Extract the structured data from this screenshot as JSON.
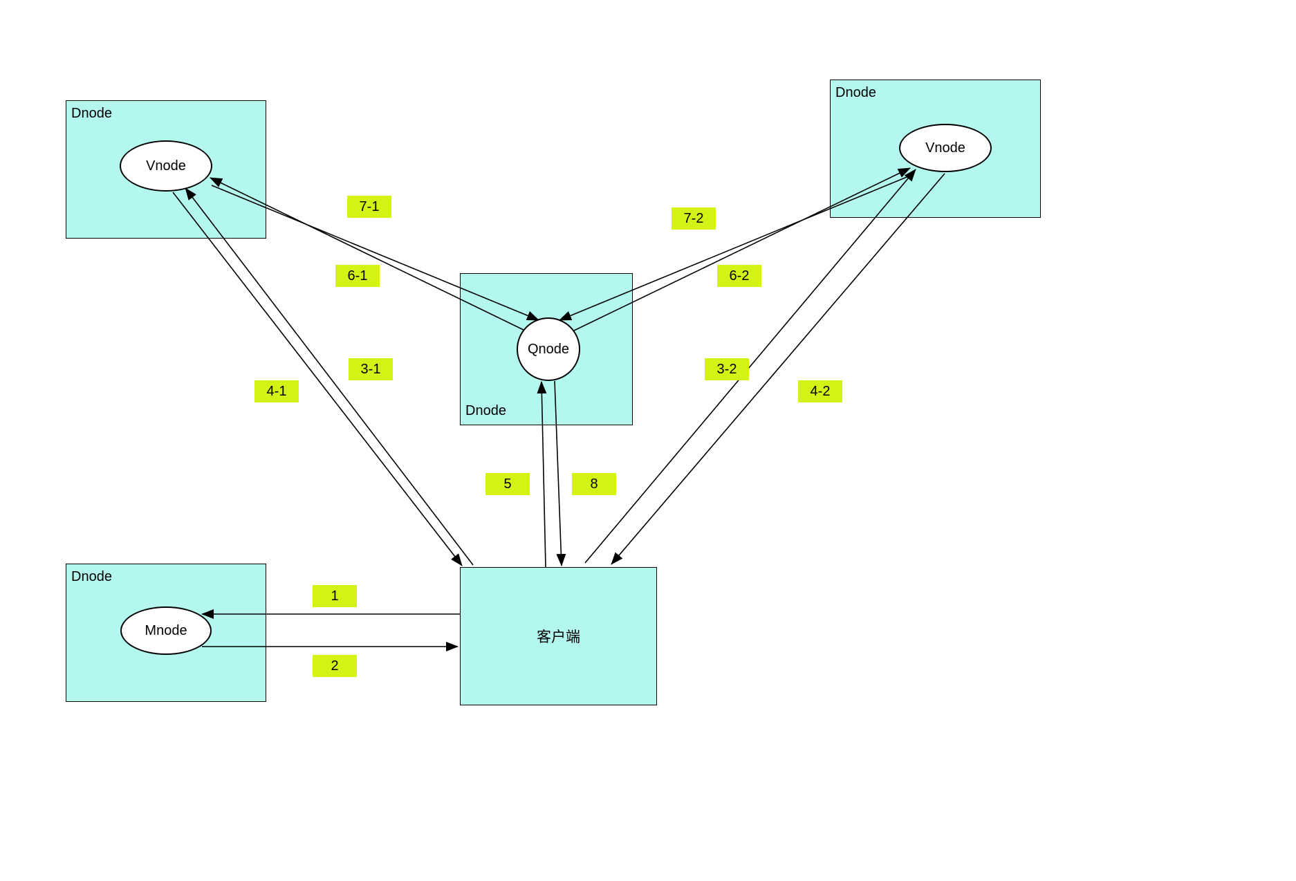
{
  "colors": {
    "background": "#ffffff",
    "box_fill": "#b3f7ee",
    "box_stroke": "#000000",
    "node_fill": "#ffffff",
    "edge_stroke": "#000000",
    "edge_label_fill": "#d4f216"
  },
  "boxes": {
    "dnode_top_left": {
      "label": "Dnode"
    },
    "dnode_top_right": {
      "label": "Dnode"
    },
    "dnode_middle": {
      "label": "Dnode"
    },
    "dnode_bottom_left": {
      "label": "Dnode"
    },
    "client": {
      "label": "客户端"
    }
  },
  "nodes": {
    "vnode_left": {
      "label": "Vnode"
    },
    "vnode_right": {
      "label": "Vnode"
    },
    "qnode": {
      "label": "Qnode"
    },
    "mnode": {
      "label": "Mnode"
    }
  },
  "edge_labels": {
    "e1": "1",
    "e2": "2",
    "e3_1": "3-1",
    "e4_1": "4-1",
    "e3_2": "3-2",
    "e4_2": "4-2",
    "e5": "5",
    "e8": "8",
    "e6_1": "6-1",
    "e7_1": "7-1",
    "e6_2": "6-2",
    "e7_2": "7-2"
  },
  "edges": [
    {
      "label": "1",
      "from": "客户端",
      "to": "Mnode"
    },
    {
      "label": "2",
      "from": "Mnode",
      "to": "客户端"
    },
    {
      "label": "3-1",
      "from": "客户端",
      "to": "Vnode (top-left)"
    },
    {
      "label": "4-1",
      "from": "Vnode (top-left)",
      "to": "客户端"
    },
    {
      "label": "3-2",
      "from": "客户端",
      "to": "Vnode (top-right)"
    },
    {
      "label": "4-2",
      "from": "Vnode (top-right)",
      "to": "客户端"
    },
    {
      "label": "5",
      "from": "客户端",
      "to": "Qnode"
    },
    {
      "label": "8",
      "from": "Qnode",
      "to": "客户端"
    },
    {
      "label": "6-1",
      "from": "Qnode",
      "to": "Vnode (top-left)"
    },
    {
      "label": "7-1",
      "from": "Vnode (top-left)",
      "to": "Qnode"
    },
    {
      "label": "6-2",
      "from": "Qnode",
      "to": "Vnode (top-right)"
    },
    {
      "label": "7-2",
      "from": "Vnode (top-right)",
      "to": "Qnode"
    }
  ]
}
